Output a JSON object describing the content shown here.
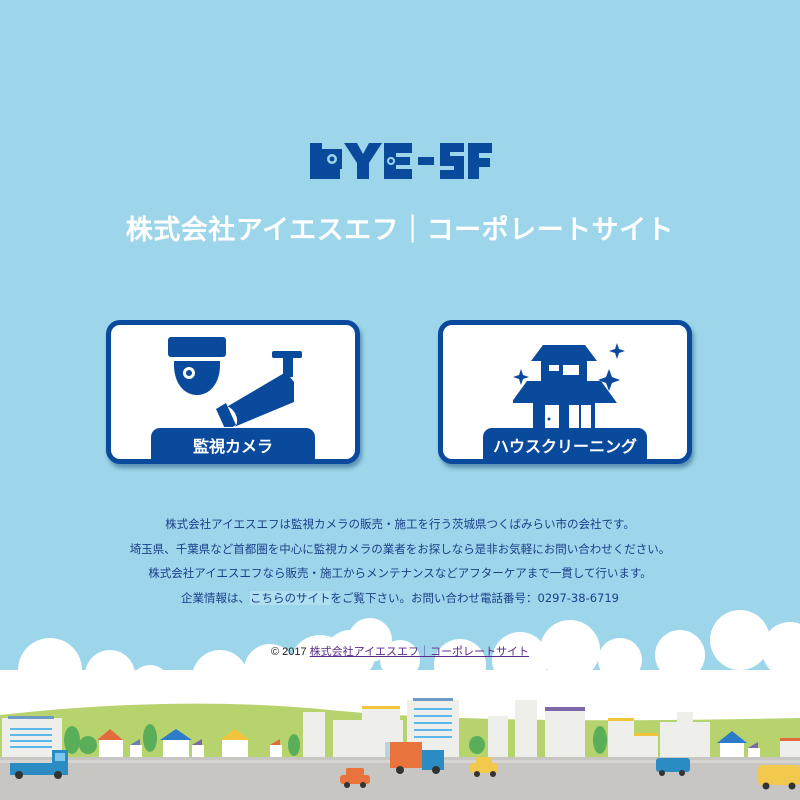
{
  "header": {
    "logo_text": "EYE-SF",
    "site_title": "株式会社アイエスエフ｜コーポレートサイト"
  },
  "cards": [
    {
      "label": "監視カメラ",
      "icon": "security-camera-icon"
    },
    {
      "label": "ハウスクリーニング",
      "icon": "house-cleaning-icon"
    }
  ],
  "description": {
    "line1": "株式会社アイエスエフは監視カメラの販売・施工を行う茨城県つくばみらい市の会社です。",
    "line2": "埼玉県、千葉県など首都圏を中心に監視カメラの業者をお探しなら是非お気軽にお問い合わせください。",
    "line3": "株式会社アイエスエフなら販売・施工からメンテナンスなどアフターケアまで一貫して行います。",
    "line4_prefix": "企業情報は、",
    "line4_link": "こちらのサイト",
    "line4_suffix": "をご覧下さい。お問い合わせ電話番号：0297-38-6719"
  },
  "footer": {
    "copyright": "© 2017 ",
    "link_text": "株式会社アイエスエフ｜コーポレートサイト"
  },
  "colors": {
    "background": "#9dd6ea",
    "brand_blue": "#0a4a9c",
    "text_blue": "#1b3f8a"
  }
}
